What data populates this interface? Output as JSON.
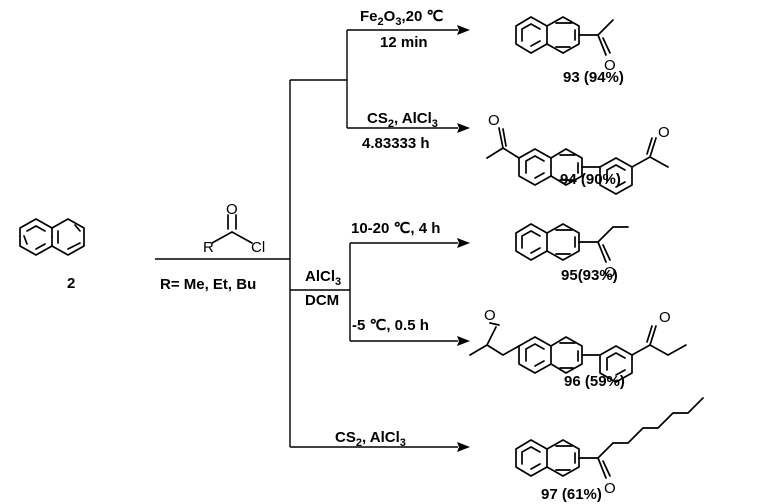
{
  "starting_material": {
    "label": "2"
  },
  "reagent": {
    "acyl_group": "R",
    "carbonyl_o": "O",
    "leaving_group": "Cl",
    "r_definition": "R= Me, Et, Bu"
  },
  "branch_conditions": {
    "catalyst": "AlCl",
    "catalyst_sub": "3",
    "solvent": "DCM"
  },
  "reactions": [
    {
      "conditions_top": {
        "parts": [
          "Fe",
          "2",
          "O",
          "3",
          ",20 ℃"
        ]
      },
      "conditions_bottom": "12 min",
      "product": {
        "number": "93",
        "yield": "(94%)",
        "carbonyl_o": "O"
      }
    },
    {
      "conditions_top": {
        "parts": [
          "CS",
          "2",
          ", AlCl",
          "3"
        ]
      },
      "conditions_bottom": "4.83333 h",
      "product": {
        "number": "94",
        "yield": "(90%)",
        "carbonyl_o_left": "O",
        "carbonyl_o_right": "O"
      }
    },
    {
      "conditions_top": {
        "text": "10-20 ℃, 4 h"
      },
      "product": {
        "number": "95",
        "yield": "(93%)",
        "carbonyl_o": "O"
      }
    },
    {
      "conditions_top": {
        "text": "-5 ℃, 0.5 h"
      },
      "product": {
        "number": "96",
        "yield": "(59%)",
        "carbonyl_o_left": "O",
        "carbonyl_o_right": "O"
      }
    },
    {
      "conditions_top": {
        "parts": [
          "CS",
          "2",
          ", AlCl",
          "3"
        ]
      },
      "product": {
        "number": "97",
        "yield": "(61%)",
        "carbonyl_o": "O"
      }
    }
  ]
}
